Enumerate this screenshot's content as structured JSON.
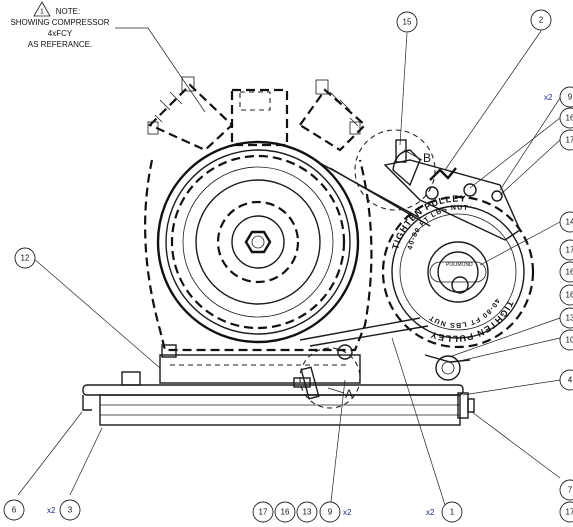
{
  "note": {
    "marker": "1",
    "lines": [
      "NOTE:",
      "SHOWING COMPRESSOR",
      "4xFCY",
      "AS REFERANCE."
    ]
  },
  "view_labels": {
    "a": "A",
    "b": "B"
  },
  "pulley_text": {
    "outer": "TIGHTEN PULLEY",
    "torque": "40-80 FT LBS NUT",
    "hub": "POLIMOND"
  },
  "balloons": [
    {
      "id": "b15",
      "label": "15"
    },
    {
      "id": "b2",
      "label": "2"
    },
    {
      "id": "b9r",
      "label": "9"
    },
    {
      "id": "b16r",
      "label": "16"
    },
    {
      "id": "b17r",
      "label": "17"
    },
    {
      "id": "b14",
      "label": "14"
    },
    {
      "id": "b17r2",
      "label": "17"
    },
    {
      "id": "b16r2",
      "label": "16"
    },
    {
      "id": "b16r3",
      "label": "16"
    },
    {
      "id": "b13",
      "label": "13"
    },
    {
      "id": "b10",
      "label": "10"
    },
    {
      "id": "b4",
      "label": "4"
    },
    {
      "id": "b7",
      "label": "7"
    },
    {
      "id": "b17r3",
      "label": "17"
    },
    {
      "id": "b12",
      "label": "12"
    },
    {
      "id": "b6",
      "label": "6"
    },
    {
      "id": "b3",
      "label": "3"
    },
    {
      "id": "b17",
      "label": "17"
    },
    {
      "id": "b16",
      "label": "16"
    },
    {
      "id": "b13b",
      "label": "13"
    },
    {
      "id": "b9",
      "label": "9"
    },
    {
      "id": "b1",
      "label": "1"
    }
  ],
  "quantities": {
    "q9": "x2",
    "q3": "x2",
    "q9b": "x2",
    "q1": "x2"
  }
}
